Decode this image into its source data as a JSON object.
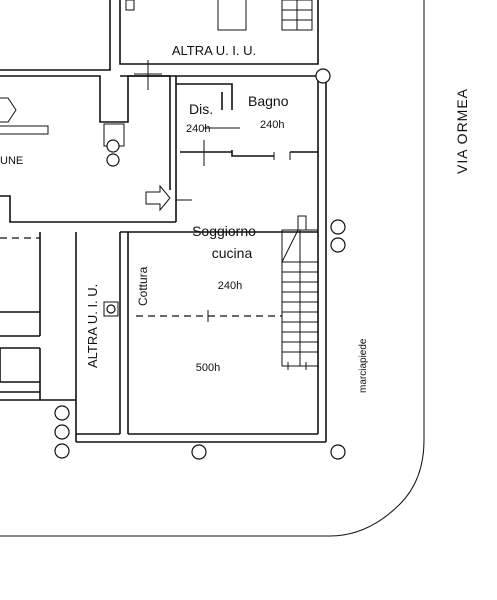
{
  "labels": {
    "altra_top": "ALTRA U. I. U.",
    "dis": "Dis.",
    "dis_h": "240h",
    "bagno": "Bagno",
    "bagno_h": "240h",
    "une": "UNE",
    "soggiorno_1": "Soggiorno",
    "soggiorno_2": "cucina",
    "soggiorno_h": "240h",
    "cottura": "Cottura",
    "altra_left": "ALTRA U. I. U.",
    "h500": "500h",
    "marciapiede": "marciapiede",
    "street": "VIA  ORMEA"
  },
  "colors": {
    "line": "#111111",
    "background": "#ffffff"
  }
}
